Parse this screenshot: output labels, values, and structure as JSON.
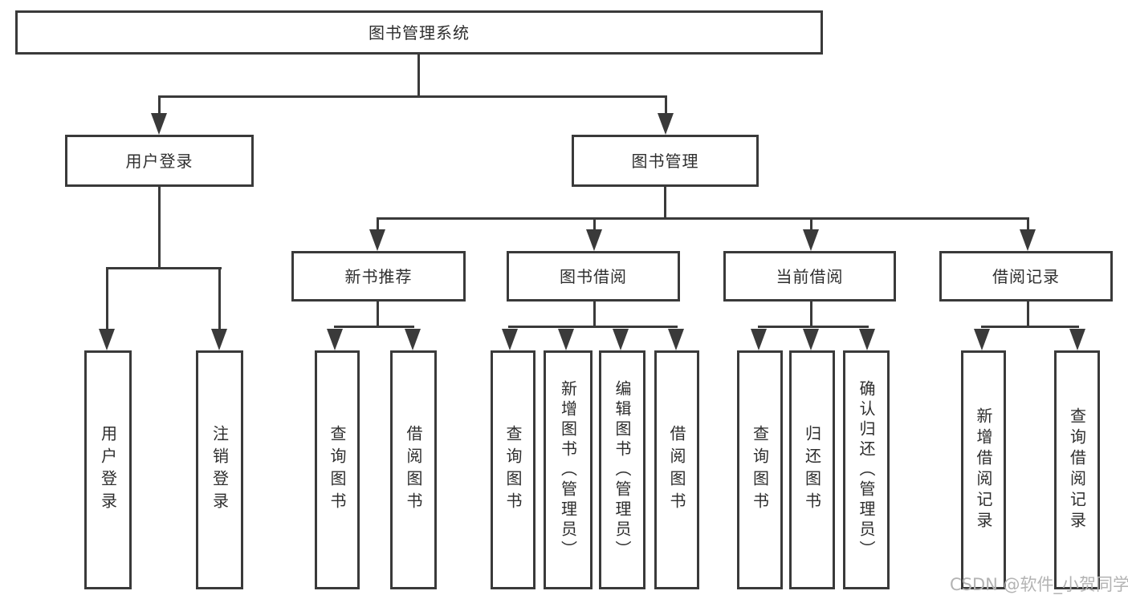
{
  "nodes": {
    "root": "图书管理系统",
    "level2": [
      "用户登录",
      "图书管理"
    ],
    "level3": [
      "新书推荐",
      "图书借阅",
      "当前借阅",
      "借阅记录"
    ],
    "leaves_user_login": [
      "用户登录",
      "注销登录"
    ],
    "leaves_new_book": [
      "查询图书",
      "借阅图书"
    ],
    "leaves_book_borrow": [
      "查询图书",
      "新增图书（管理员）",
      "编辑图书（管理员）",
      "借阅图书"
    ],
    "leaves_current_borrow": [
      "查询图书",
      "归还图书",
      "确认归还（管理员）"
    ],
    "leaves_borrow_record": [
      "新增借阅记录",
      "查询借阅记录"
    ]
  },
  "watermark": "CSDN @软件_小贺同学",
  "colors": {
    "line": "#3a3a3a",
    "text": "#2e2e2e",
    "watermark": "#b3b3b3",
    "background": "#ffffff"
  }
}
